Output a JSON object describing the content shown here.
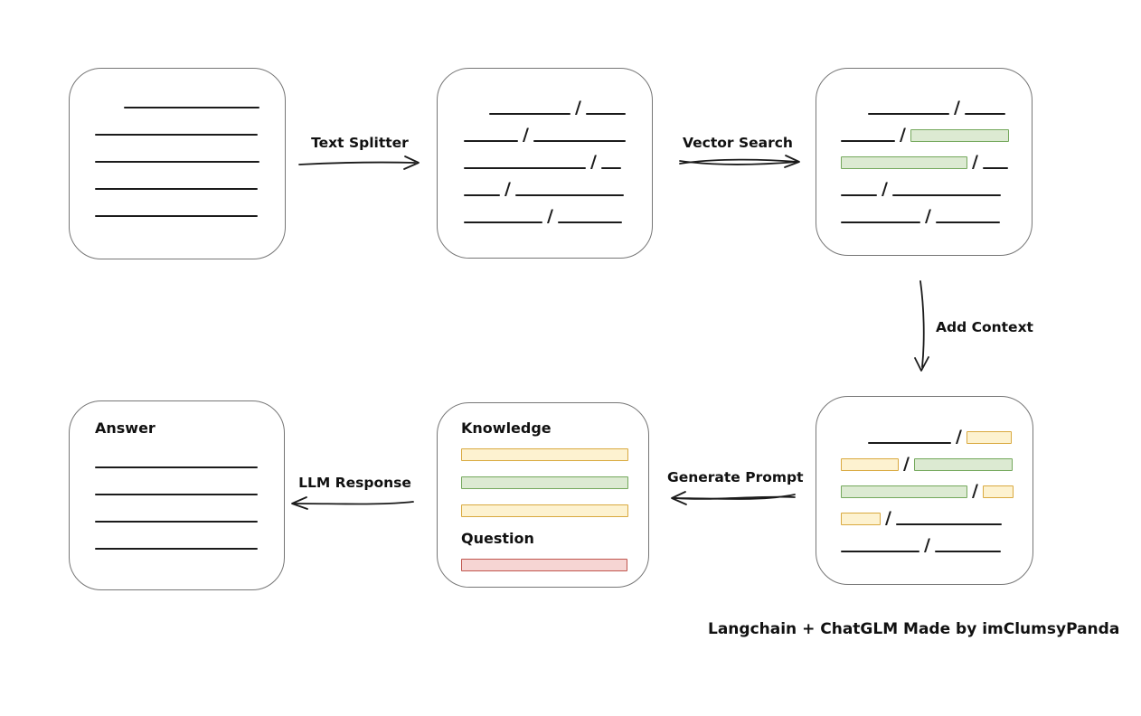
{
  "palette": {
    "background": "#ffffff",
    "box_border": "#767676",
    "line": "#1b1b1b",
    "text": "#111111",
    "yellow_fill": "#fdf2d0",
    "yellow_border": "#d9a93f",
    "green_fill": "#dcead2",
    "green_border": "#74a85c",
    "red_fill": "#f6d5d3",
    "red_border": "#c0564e"
  },
  "labels": {
    "text_splitter": "Text Splitter",
    "vector_search": "Vector Search",
    "add_context": "Add Context",
    "generate_prompt": "Generate Prompt",
    "llm_response": "LLM Response",
    "knowledge": "Knowledge",
    "question": "Question",
    "answer": "Answer",
    "caption": "Langchain + ChatGLM Made by imClumsyPanda"
  },
  "boxes": {
    "source_document": {
      "rows": [
        [
          {
            "t": "gap",
            "w": 32
          },
          {
            "t": "line",
            "w": 150
          }
        ],
        [
          {
            "t": "line",
            "w": 180
          }
        ],
        [
          {
            "t": "line",
            "w": 182
          }
        ],
        [
          {
            "t": "line",
            "w": 180
          }
        ],
        [
          {
            "t": "line",
            "w": 180
          }
        ]
      ]
    },
    "split_text": {
      "rows": [
        [
          {
            "t": "gap",
            "w": 28
          },
          {
            "t": "line",
            "w": 90
          },
          {
            "t": "slash"
          },
          {
            "t": "line",
            "w": 44
          }
        ],
        [
          {
            "t": "line",
            "w": 60
          },
          {
            "t": "slash"
          },
          {
            "t": "line",
            "w": 102
          }
        ],
        [
          {
            "t": "line",
            "w": 135
          },
          {
            "t": "slash"
          },
          {
            "t": "line",
            "w": 22
          }
        ],
        [
          {
            "t": "line",
            "w": 40
          },
          {
            "t": "slash"
          },
          {
            "t": "line",
            "w": 120
          }
        ],
        [
          {
            "t": "line",
            "w": 87
          },
          {
            "t": "slash"
          },
          {
            "t": "line",
            "w": 71
          }
        ]
      ]
    },
    "matched_chunks": {
      "rows": [
        [
          {
            "t": "gap",
            "w": 30
          },
          {
            "t": "line",
            "w": 90
          },
          {
            "t": "slash"
          },
          {
            "t": "line",
            "w": 45
          }
        ],
        [
          {
            "t": "line",
            "w": 60
          },
          {
            "t": "slash"
          },
          {
            "t": "bar",
            "c": "green",
            "w": 107
          }
        ],
        [
          {
            "t": "bar",
            "c": "green",
            "w": 138
          },
          {
            "t": "slash"
          },
          {
            "t": "line",
            "w": 28
          }
        ],
        [
          {
            "t": "line",
            "w": 40
          },
          {
            "t": "slash"
          },
          {
            "t": "line",
            "w": 120
          }
        ],
        [
          {
            "t": "line",
            "w": 88
          },
          {
            "t": "slash"
          },
          {
            "t": "line",
            "w": 71
          }
        ]
      ]
    },
    "context_chunks": {
      "rows": [
        [
          {
            "t": "gap",
            "w": 30
          },
          {
            "t": "line",
            "w": 92
          },
          {
            "t": "slash"
          },
          {
            "t": "bar",
            "c": "yellow",
            "w": 48
          }
        ],
        [
          {
            "t": "bar",
            "c": "yellow",
            "w": 62
          },
          {
            "t": "slash"
          },
          {
            "t": "bar",
            "c": "green",
            "w": 107
          }
        ],
        [
          {
            "t": "bar",
            "c": "green",
            "w": 138
          },
          {
            "t": "slash"
          },
          {
            "t": "bar",
            "c": "yellow",
            "w": 32
          }
        ],
        [
          {
            "t": "bar",
            "c": "yellow",
            "w": 42
          },
          {
            "t": "slash"
          },
          {
            "t": "line",
            "w": 117
          }
        ],
        [
          {
            "t": "line",
            "w": 87
          },
          {
            "t": "slash"
          },
          {
            "t": "line",
            "w": 73
          }
        ]
      ]
    },
    "prompt": {
      "knowledge_bars": [
        [
          {
            "t": "bar",
            "c": "yellow",
            "w": 183
          }
        ],
        [
          {
            "t": "bar",
            "c": "green",
            "w": 183
          }
        ],
        [
          {
            "t": "bar",
            "c": "yellow",
            "w": 183
          }
        ]
      ],
      "question_bars": [
        [
          {
            "t": "bar",
            "c": "red",
            "w": 182
          }
        ]
      ]
    },
    "answer": {
      "rows": [
        [
          {
            "t": "line",
            "w": 180
          }
        ],
        [
          {
            "t": "line",
            "w": 180
          }
        ],
        [
          {
            "t": "line",
            "w": 180
          }
        ],
        [
          {
            "t": "line",
            "w": 180
          }
        ]
      ]
    }
  }
}
